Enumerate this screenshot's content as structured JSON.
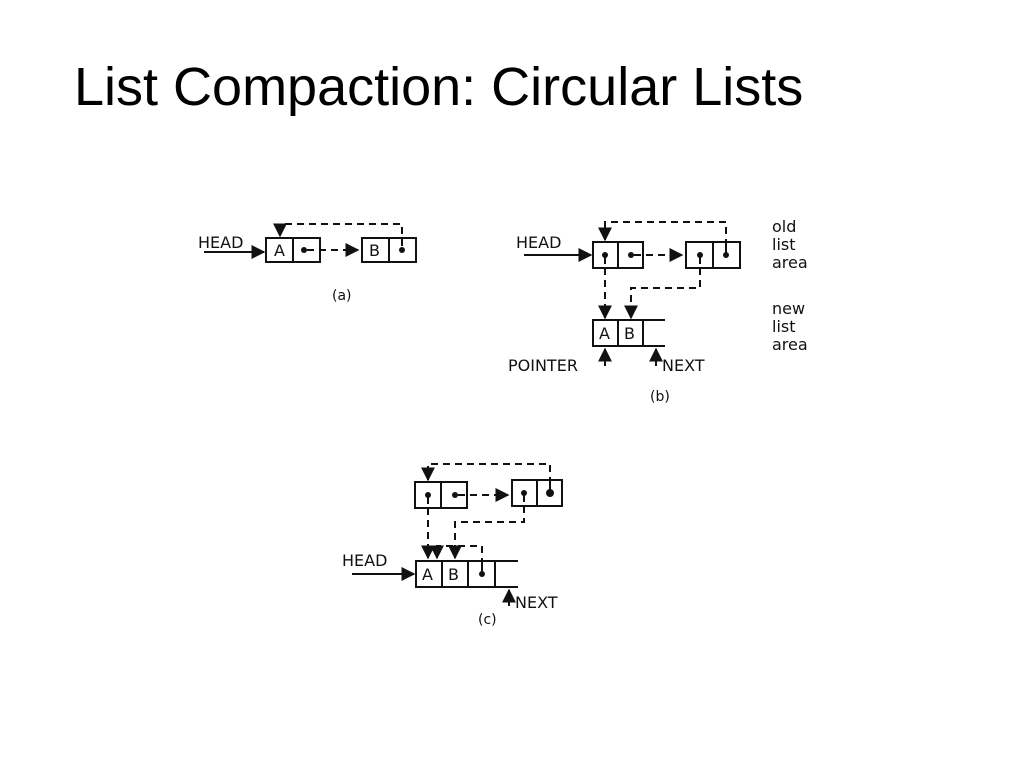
{
  "slide": {
    "title": "List Compaction: Circular Lists"
  },
  "diagram": {
    "a": {
      "head_label": "HEAD",
      "node1_value": "A",
      "node2_value": "B",
      "caption": "(a)"
    },
    "b": {
      "head_label": "HEAD",
      "old_area_label": [
        "old",
        "list",
        "area"
      ],
      "new_area_label": [
        "new",
        "list",
        "area"
      ],
      "cell1_value": "A",
      "cell2_value": "B",
      "pointer_label": "POINTER",
      "next_label": "NEXT",
      "caption": "(b)"
    },
    "c": {
      "head_label": "HEAD",
      "cell1_value": "A",
      "cell2_value": "B",
      "next_label": "NEXT",
      "caption": "(c)"
    }
  }
}
